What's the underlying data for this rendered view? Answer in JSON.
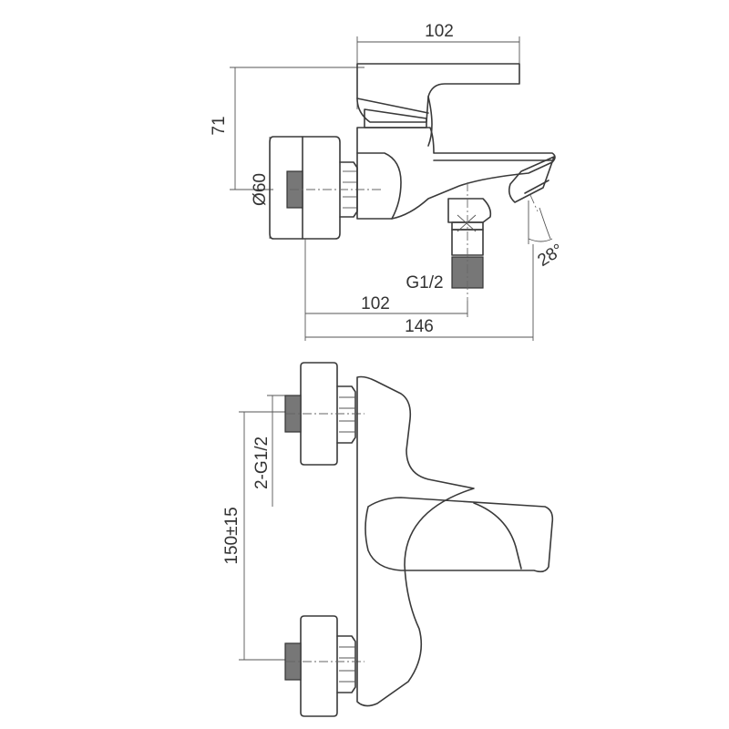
{
  "drawing": {
    "side_view": {
      "dim_width_top": "102",
      "dim_height": "71",
      "dim_diameter": "Ø60",
      "dim_thread": "G1/2",
      "dim_offset": "102",
      "dim_total_length": "146",
      "dim_angle": "28°"
    },
    "front_view": {
      "dim_connections": "2-G1/2",
      "dim_centers": "150±15"
    }
  }
}
